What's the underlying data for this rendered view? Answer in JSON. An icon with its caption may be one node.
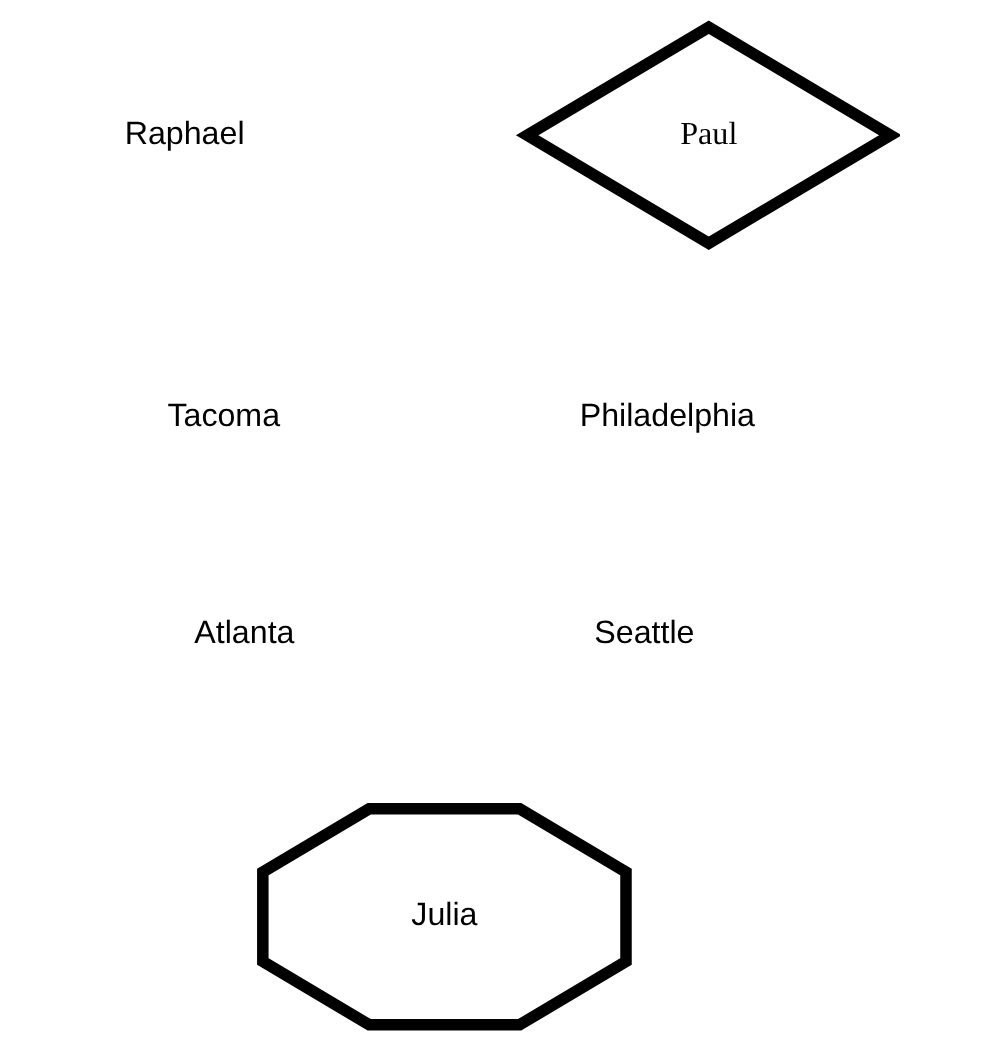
{
  "diagram": {
    "nodes": [
      {
        "text": [
          "Raphael"
        ]
      },
      {
        "text": [
          "Paul"
        ]
      },
      {
        "text": [
          "Tacoma"
        ]
      },
      {
        "text": [
          "Philadelphia"
        ]
      },
      {
        "text": [
          "Atlanta"
        ]
      },
      {
        "text": [
          "Seattle"
        ]
      },
      {
        "text": [
          "Julia"
        ]
      }
    ]
  }
}
